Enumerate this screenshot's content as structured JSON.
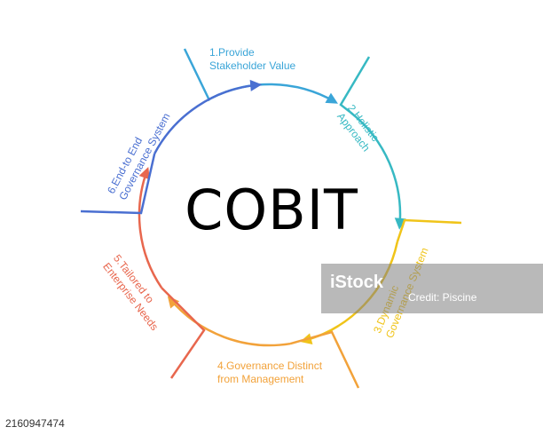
{
  "title": "COBIT",
  "steps": [
    {
      "label_line1": "1.Provide",
      "label_line2": "Stakeholder Value",
      "color": "#3aa5d8"
    },
    {
      "label_line1": "2.Holistic",
      "label_line2": "Approach",
      "color": "#37b9c3"
    },
    {
      "label_line1": "3.Dynamic",
      "label_line2": "Governance System",
      "color": "#f0c419"
    },
    {
      "label_line1": "4.Governance Distinct",
      "label_line2": "from Management",
      "color": "#f2a23a"
    },
    {
      "label_line1": "5.Tailored to",
      "label_line2": "Enterprise Needs",
      "color": "#e8674e"
    },
    {
      "label_line1": "6.End-to End",
      "label_line2": "Governance System",
      "color": "#4a6fd1"
    }
  ],
  "watermark": {
    "logo": "iStock",
    "credit": "Credit: Piscine"
  },
  "image_id": "2160947474"
}
